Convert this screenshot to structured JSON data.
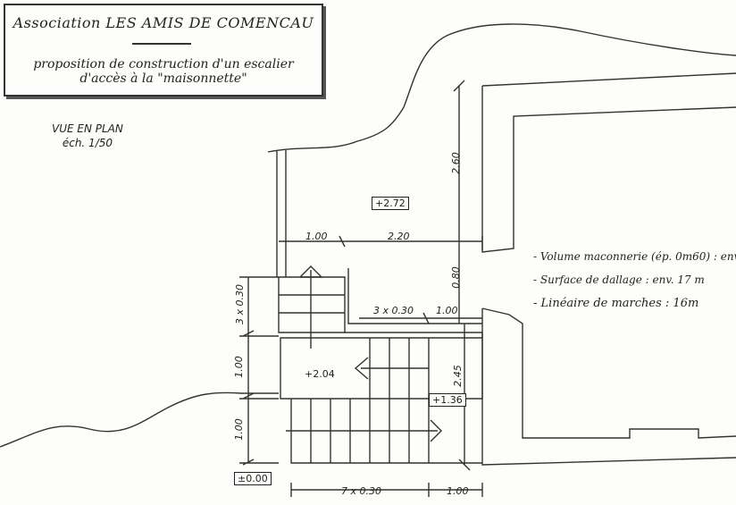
{
  "title": {
    "line1": "Association  LES AMIS DE COMENCAU",
    "line2a": "proposition de construction d'un escalier",
    "line2b": "d'accès à la \"maisonnette\""
  },
  "view": {
    "name": "VUE EN PLAN",
    "scale": "éch. 1/50"
  },
  "levels": {
    "upper": "+2.72",
    "middle": "+2.04",
    "lower": "+1.36",
    "ground": "±0.00"
  },
  "dimensions": {
    "d_1_00_top": "1.00",
    "d_2_20": "2.20",
    "d_2_60": "2.60",
    "d_0_80": "0.80",
    "d_3x030_h": "3 x 0.30",
    "d_1_00_mid": "1.00",
    "d_2_45": "2.45",
    "d_3x030_v": "3 x 0.30",
    "d_1_00_left1": "1.00",
    "d_1_00_left2": "1.00",
    "d_7x030": "7 x 0.30",
    "d_1_00_bottom": "1.00"
  },
  "notes": [
    "- Volume maconnerie (ép. 0m60) : env",
    "- Surface de dallage :   env. 17 m",
    "- Linéaire de marches :  16m"
  ]
}
